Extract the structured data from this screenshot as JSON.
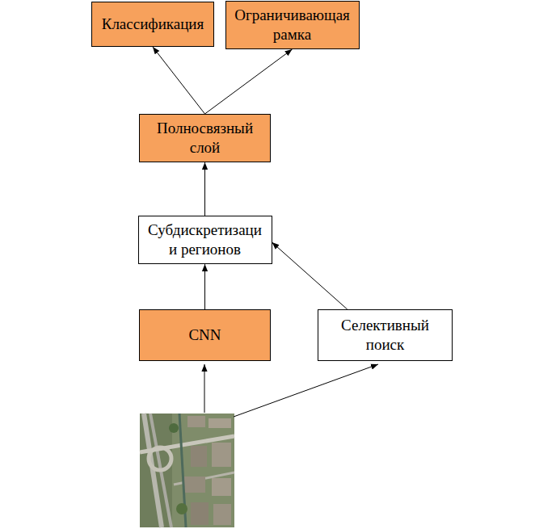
{
  "diagram": {
    "nodes": [
      {
        "text": [
          "Классификация"
        ]
      },
      {
        "text": [
          "Ограничивающая рамка"
        ]
      },
      {
        "text": [
          "Полносвязный слой"
        ]
      },
      {
        "text": [
          "Субдискретизаци и регионов"
        ]
      },
      {
        "text": [
          "CNN"
        ]
      },
      {
        "text": [
          "Селективный поиск"
        ]
      }
    ],
    "edges": [
      {
        "from": 4,
        "to": 3,
        "arrow": "to"
      },
      {
        "from": 5,
        "to": 3,
        "arrow": "to"
      },
      {
        "from": 3,
        "to": 2,
        "arrow": "to"
      },
      {
        "from": 2,
        "to": 0,
        "arrow": "to"
      },
      {
        "from": 2,
        "to": 1,
        "arrow": "to"
      }
    ]
  }
}
